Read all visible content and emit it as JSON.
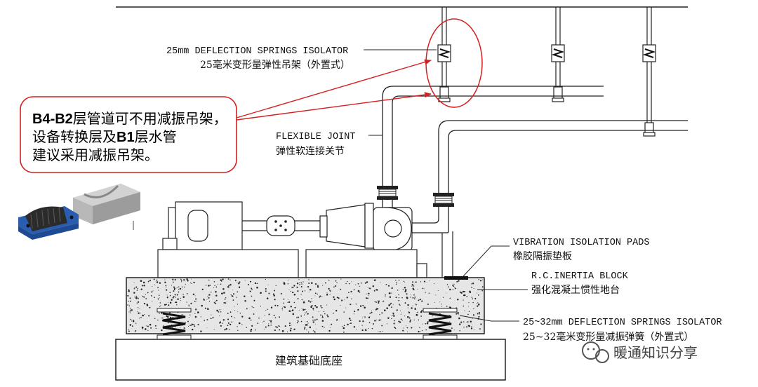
{
  "note": {
    "line1_bold": "B4-B2",
    "line1_rest": "层管道可不用减振吊架，",
    "line2_prefix": "设备转换层及",
    "line2_bold": "B1",
    "line2_suffix": "层水管",
    "line3": "建议采用减振吊架。"
  },
  "labels": {
    "hanger_en": "25mm DEFLECTION SPRINGS ISOLATOR",
    "hanger_cn": "25毫米变形量弹性吊架（外置式）",
    "flex_en": "FLEXIBLE JOINT",
    "flex_cn": "弹性软连接关节",
    "pads_en": "VIBRATION ISOLATION PADS",
    "pads_cn": "橡胶隔振垫板",
    "block_en": "R.C.INERTIA BLOCK",
    "block_cn": "强化混凝土惯性地台",
    "spring_en": "25~32mm DEFLECTION SPRINGS ISOLATOR",
    "spring_cn": "25~32毫米变形量减振弹簧（外置式）",
    "base_cn": "建筑基础底座"
  },
  "watermark": {
    "text": "暖通知识分享"
  },
  "colors": {
    "callout_red": "#d42020",
    "line": "#222222",
    "pad_blue": "#2a5db0",
    "pad_grey": "#b8b8b8"
  }
}
